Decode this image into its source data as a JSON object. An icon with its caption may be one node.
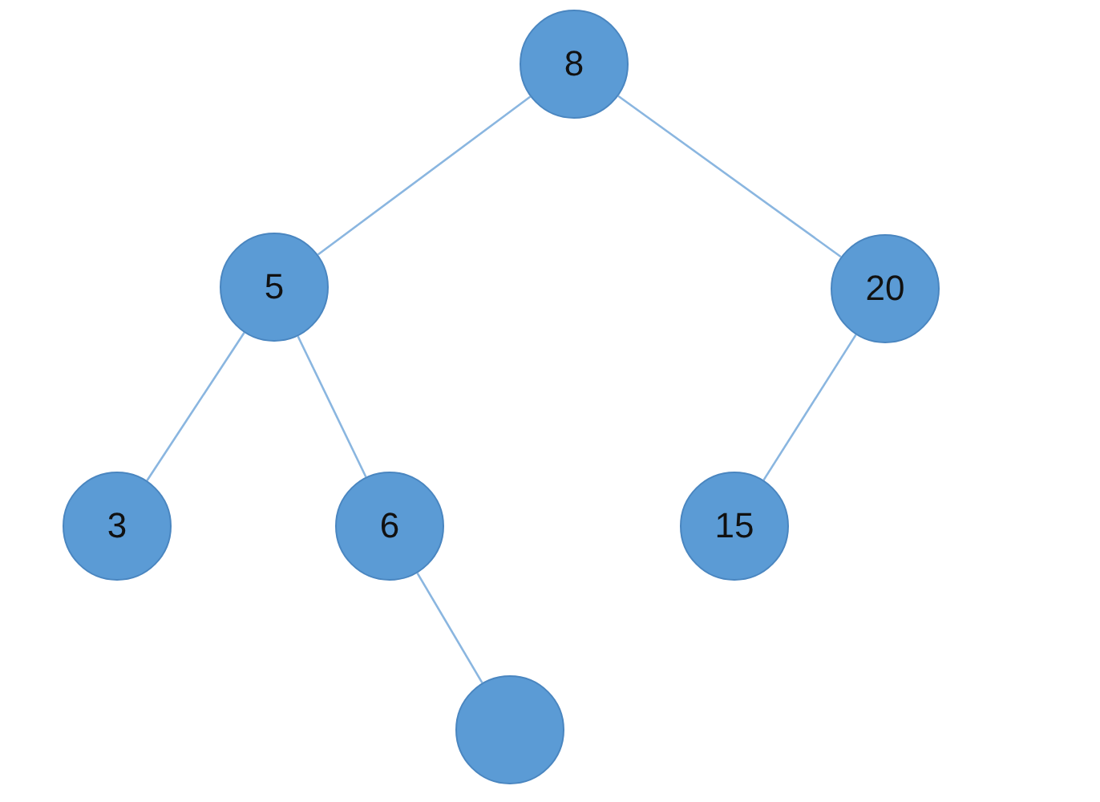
{
  "diagram": {
    "nodes": [
      {
        "text": [
          "8"
        ]
      },
      {
        "text": [
          "5"
        ]
      },
      {
        "text": [
          "20"
        ]
      },
      {
        "text": [
          "3"
        ]
      },
      {
        "text": [
          "6"
        ]
      },
      {
        "text": [
          "15"
        ]
      },
      {
        "text": [],
        "shape": "circle"
      }
    ],
    "edges": [
      {
        "from": 0,
        "to": 1,
        "arrow": "none"
      },
      {
        "from": 0,
        "to": 2,
        "arrow": "none"
      },
      {
        "from": 1,
        "to": 3,
        "arrow": "none"
      },
      {
        "from": 1,
        "to": 4,
        "arrow": "none"
      },
      {
        "from": 2,
        "to": 5,
        "arrow": "none"
      },
      {
        "from": 4,
        "to": 6,
        "arrow": "none"
      }
    ]
  }
}
